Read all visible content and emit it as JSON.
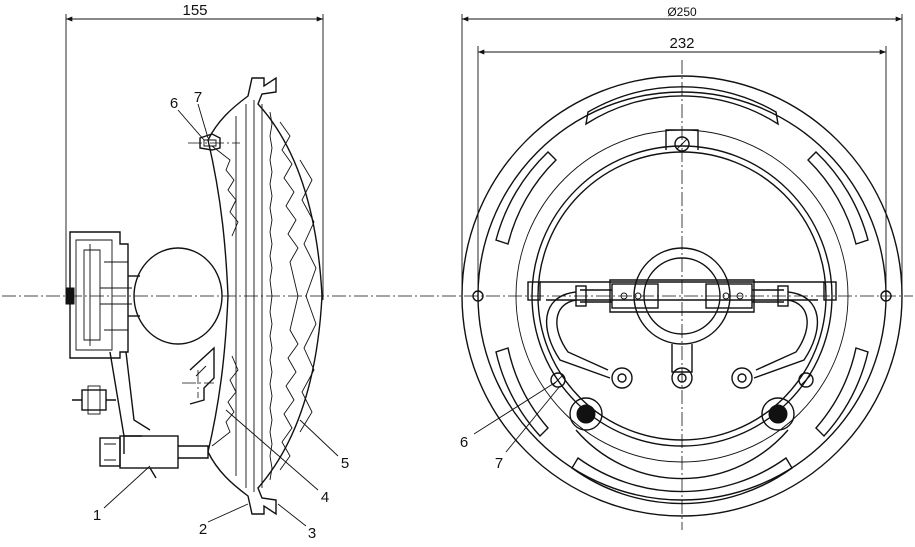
{
  "dimensions": {
    "side_width": "155",
    "front_diameter": "Ø250",
    "front_hole_spacing": "232"
  },
  "callouts": {
    "side": [
      "1",
      "2",
      "3",
      "4",
      "5",
      "6",
      "7"
    ],
    "front": [
      "6",
      "7"
    ]
  }
}
